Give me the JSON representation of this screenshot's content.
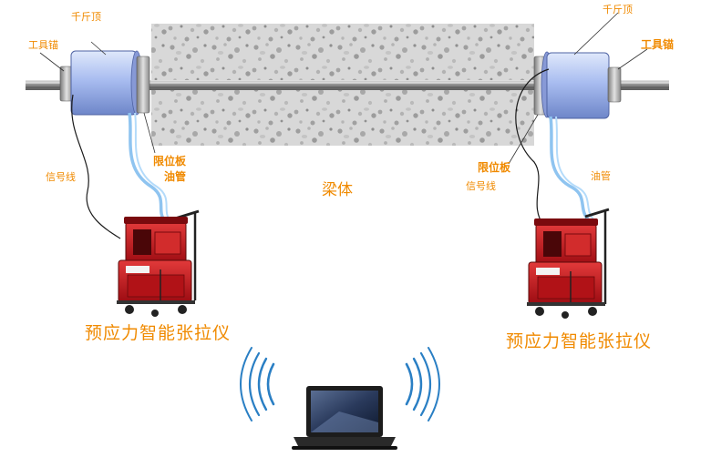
{
  "labels": {
    "jack_left": "千斤顶",
    "jack_right": "千斤顶",
    "anchor_left": "工具锚",
    "anchor_right": "工具锚",
    "limit_plate_left": "限位板",
    "limit_plate_right": "限位板",
    "oil_pipe_left": "油管",
    "oil_pipe_right": "油管",
    "signal_line_left": "信号线",
    "signal_line_right": "信号线",
    "beam": "梁体",
    "device_left": "预应力智能张拉仪",
    "device_right": "预应力智能张拉仪"
  },
  "colors": {
    "label": "#f08a00",
    "machine_red": "#c8141b",
    "jack_blue": "#9fb4e8",
    "pipe_blue": "#8fc4f0",
    "signal": "#1a1a1a",
    "wave": "#2a7fc4",
    "concrete": "#cfcfcf"
  },
  "icons": {
    "laptop": "laptop-icon",
    "wireless_left": "wireless-waves-icon",
    "wireless_right": "wireless-waves-icon"
  }
}
